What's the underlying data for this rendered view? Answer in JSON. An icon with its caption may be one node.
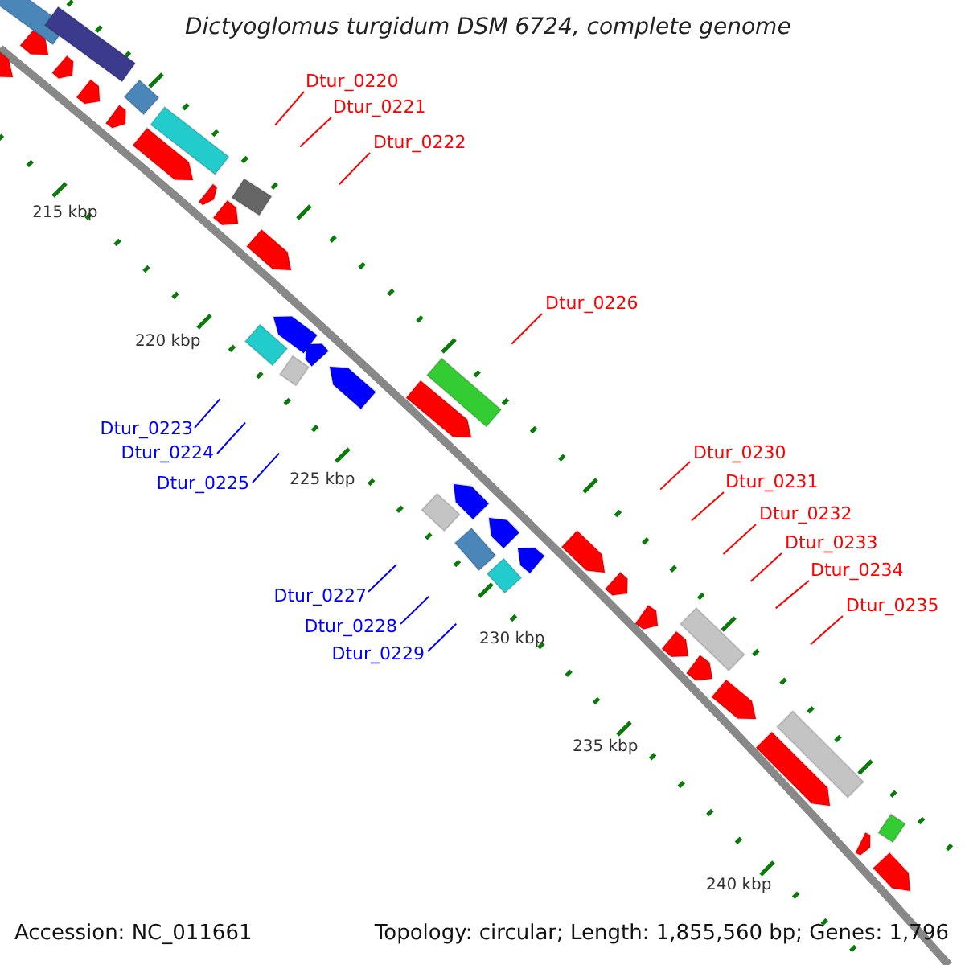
{
  "diagram": {
    "title": "Dictyoglomus turgidum DSM 6724, complete genome",
    "nodes": [
      {
        "text": [
          "Dtur_0220"
        ]
      },
      {
        "text": [
          "Dtur_0221"
        ]
      },
      {
        "text": [
          "Dtur_0222"
        ]
      },
      {
        "text": [
          "Dtur_0223"
        ]
      },
      {
        "text": [
          "Dtur_0224"
        ]
      },
      {
        "text": [
          "Dtur_0225"
        ]
      },
      {
        "text": [
          "Dtur_0226"
        ]
      },
      {
        "text": [
          "Dtur_0227"
        ]
      },
      {
        "text": [
          "Dtur_0228"
        ]
      },
      {
        "text": [
          "Dtur_0229"
        ]
      },
      {
        "text": [
          "Dtur_0230"
        ]
      },
      {
        "text": [
          "Dtur_0231"
        ]
      },
      {
        "text": [
          "Dtur_0232"
        ]
      },
      {
        "text": [
          "Dtur_0233"
        ]
      },
      {
        "text": [
          "Dtur_0234"
        ]
      },
      {
        "text": [
          "Dtur_0235"
        ]
      }
    ],
    "edges": [
      {
        "from": 0,
        "to": null,
        "arrow": "none"
      },
      {
        "from": 1,
        "to": null,
        "arrow": "none"
      },
      {
        "from": 2,
        "to": null,
        "arrow": "none"
      },
      {
        "from": 3,
        "to": null,
        "arrow": "none",
        "color": "#0000ff"
      },
      {
        "from": 4,
        "to": null,
        "arrow": "none",
        "color": "#0000ff"
      },
      {
        "from": 5,
        "to": null,
        "arrow": "none",
        "color": "#0000ff"
      },
      {
        "from": 6,
        "to": null,
        "arrow": "none"
      },
      {
        "from": 7,
        "to": null,
        "arrow": "none",
        "color": "#0000ff"
      },
      {
        "from": 8,
        "to": null,
        "arrow": "none",
        "color": "#0000ff"
      },
      {
        "from": 9,
        "to": null,
        "arrow": "none",
        "color": "#0000ff"
      },
      {
        "from": 10,
        "to": null,
        "arrow": "none"
      },
      {
        "from": 11,
        "to": null,
        "arrow": "none"
      },
      {
        "from": 12,
        "to": null,
        "arrow": "none"
      },
      {
        "from": 13,
        "to": null,
        "arrow": "none"
      },
      {
        "from": 14,
        "to": null,
        "arrow": "none"
      },
      {
        "from": 15,
        "to": null,
        "arrow": "none"
      }
    ],
    "labels": [
      "215 kbp",
      "220 kbp",
      "225 kbp",
      "230 kbp",
      "235 kbp",
      "240 kbp",
      "Accession: NC_011661",
      "Topology: circular; Length: 1,855,560 bp; Genes: 1,796"
    ]
  }
}
